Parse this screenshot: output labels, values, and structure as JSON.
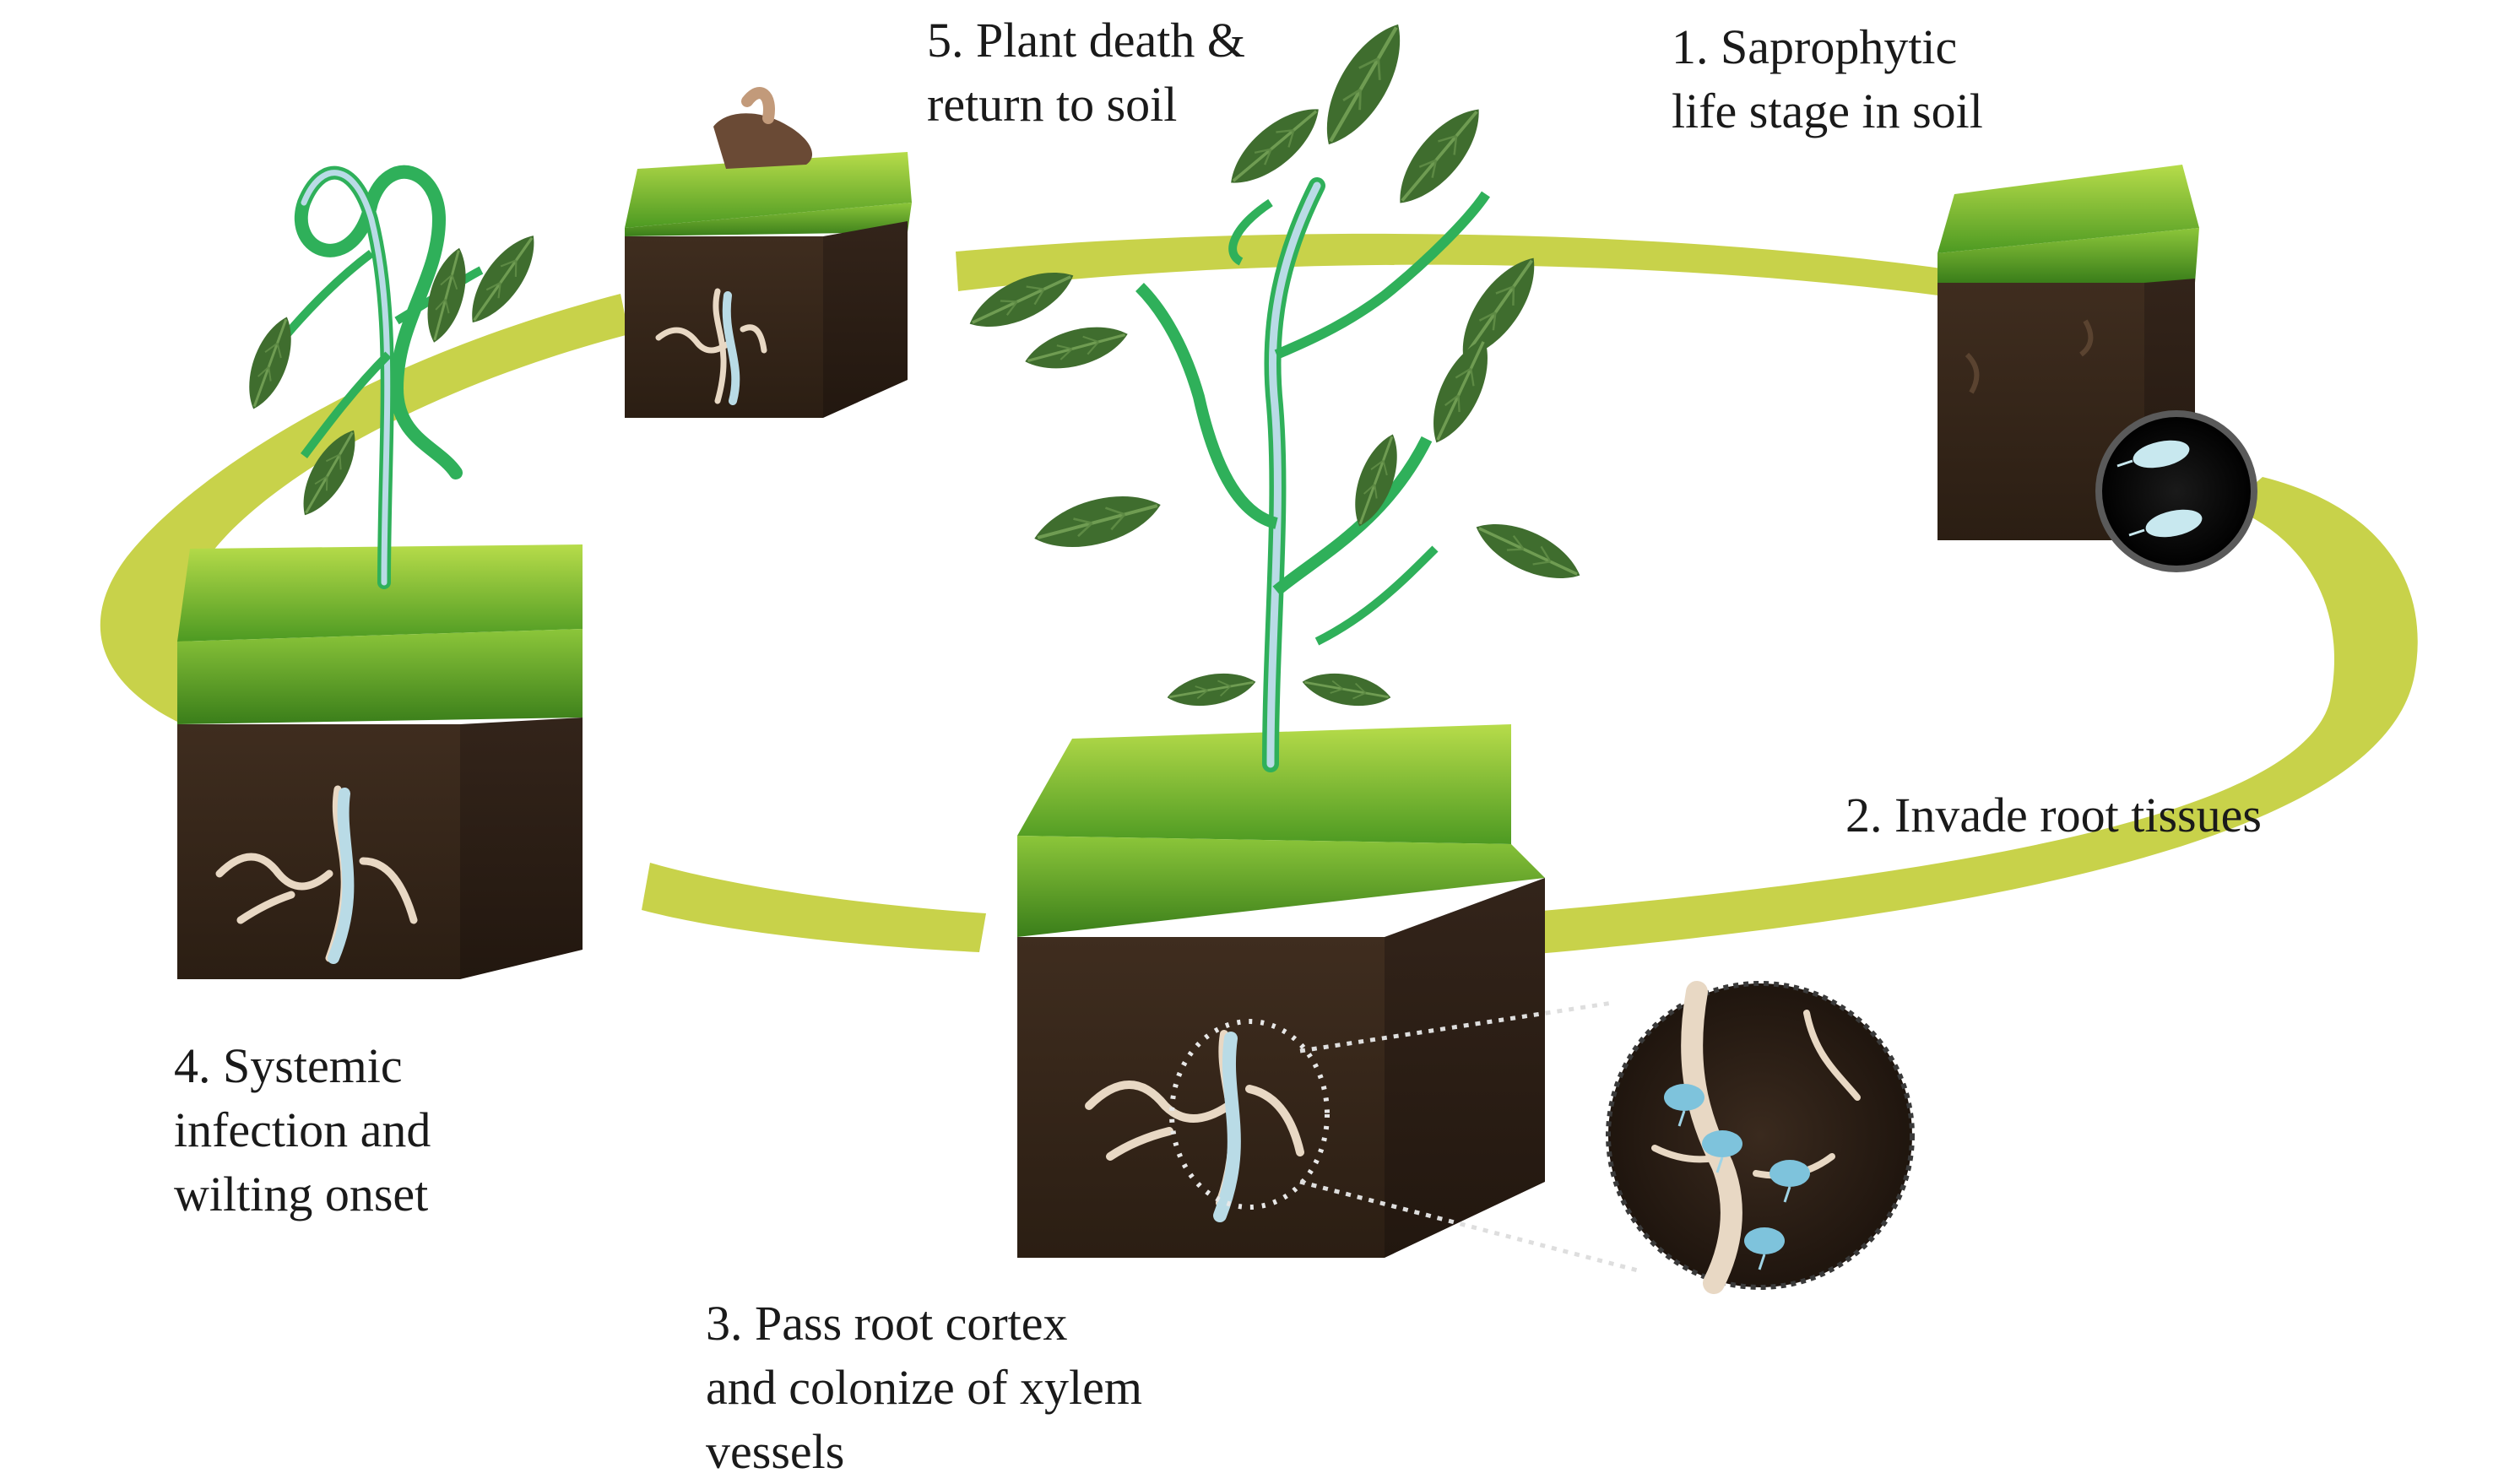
{
  "labels": [
    {
      "id": "1",
      "lines": [
        "1. Saprophytic",
        "life stage in soil"
      ]
    },
    {
      "id": "2",
      "lines": [
        "2. Invade root tissues"
      ]
    },
    {
      "id": "3",
      "lines": [
        "3. Pass root cortex",
        "and colonize of xylem",
        "vessels"
      ]
    },
    {
      "id": "4",
      "lines": [
        "4. Systemic",
        "infection and",
        "wilting onset"
      ]
    },
    {
      "id": "5",
      "lines": [
        "5. Plant death &",
        "return to soil"
      ]
    }
  ],
  "colors": {
    "cycle_arrow": "#c8d24a",
    "grass_light": "#a6d23a",
    "grass_dark": "#3f8f1f",
    "soil": "#3b2a1c",
    "soil_dark": "#2a1d12",
    "stem": "#2fb05a",
    "xylem": "#b9dbe6",
    "leaf": "#3f6d2e",
    "bacteria": "#7ec3dc",
    "root": "#e8d8c4"
  },
  "icons": {
    "cube": "soil-block-icon",
    "plant": "plant-icon",
    "bacteria": "bacteria-icon",
    "magnifier": "magnified-root-icon"
  }
}
